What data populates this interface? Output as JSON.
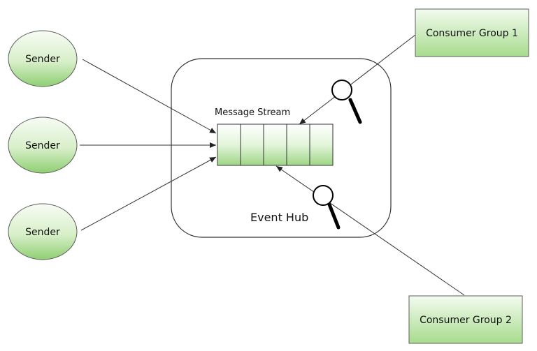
{
  "diagram": {
    "senders": [
      {
        "label": "Sender"
      },
      {
        "label": "Sender"
      },
      {
        "label": "Sender"
      }
    ],
    "event_hub": {
      "label": "Event Hub"
    },
    "message_stream": {
      "label": "Message Stream",
      "cell_count": 5
    },
    "consumer_groups": [
      {
        "label": "Consumer Group 1"
      },
      {
        "label": "Consumer Group 2"
      }
    ],
    "colors": {
      "node_fill_light": "#f3fbef",
      "node_fill_dark": "#8fcf73",
      "node_stroke": "#5d5d5d",
      "hub_stroke": "#333333",
      "line": "#333333"
    }
  }
}
